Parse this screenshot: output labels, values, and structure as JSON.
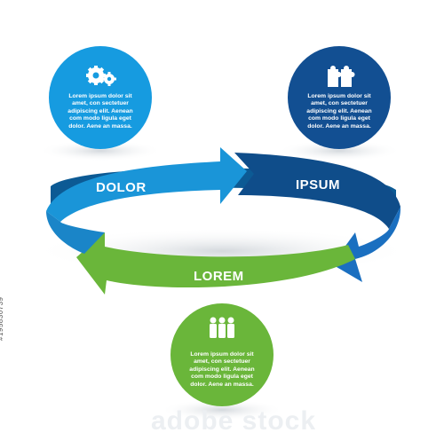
{
  "diagram": {
    "segments": [
      {
        "id": "dolor",
        "label": "DOLOR",
        "color": "#1a95d8"
      },
      {
        "id": "ipsum",
        "label": "IPSUM",
        "color": "#0f4d8a"
      },
      {
        "id": "lorem",
        "label": "LOREM",
        "color": "#6ab63a"
      }
    ],
    "circles": [
      {
        "id": "gears",
        "icon": "gears-icon",
        "color": "#169be0",
        "lines": [
          "Lorem ipsum dolor sit",
          "amet, con sectetuer",
          "adipiscing elit. Aenean",
          "com modo ligula eget",
          "dolor. Aene an massa."
        ]
      },
      {
        "id": "puzzle",
        "icon": "puzzle-icon",
        "color": "#124f92",
        "lines": [
          "Lorem ipsum dolor sit",
          "amet, con sectetuer",
          "adipiscing elit. Aenean",
          "com modo ligula eget",
          "dolor. Aene an massa."
        ]
      },
      {
        "id": "people",
        "icon": "people-icon",
        "color": "#6ab63a",
        "lines": [
          "Lorem ipsum dolor sit",
          "amet, con sectetuer",
          "adipiscing elit. Aenean",
          "com modo ligula eget",
          "dolor. Aene an massa."
        ]
      }
    ]
  },
  "watermark": "adobe stock",
  "image_id": "#195830739"
}
